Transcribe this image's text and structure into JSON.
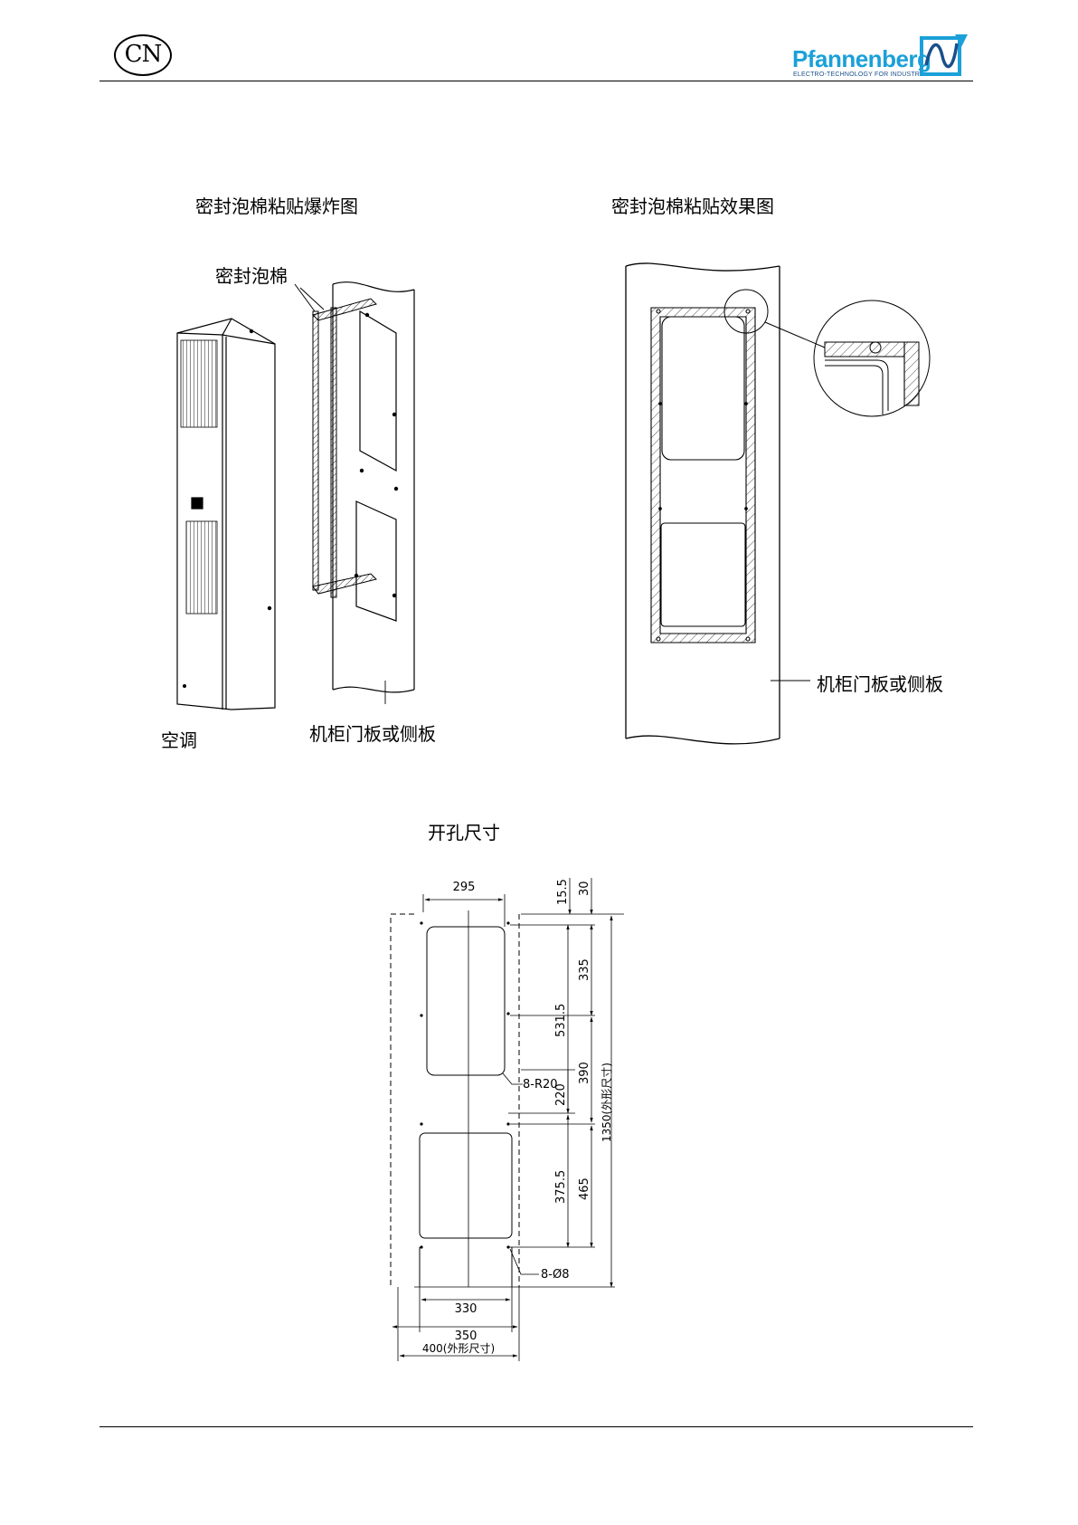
{
  "header": {
    "badge": "CN",
    "brand": "Pfannenberg",
    "tagline": "ELECTRO-TECHNOLOGY FOR INDUSTRY",
    "brand_color": "#1ba0d8",
    "tagline_color": "#1a4f8b"
  },
  "captions": {
    "exploded_title": "密封泡棉粘贴爆炸图",
    "effect_title": "密封泡棉粘贴效果图",
    "foam_label": "密封泡棉",
    "ac_label": "空调",
    "panel_label_left": "机柜门板或侧板",
    "panel_label_right": "机柜门板或侧板",
    "cutout_title": "开孔尺寸"
  },
  "dimensions": {
    "d295": "295",
    "d15_5": "15.5",
    "d30": "30",
    "d335": "335",
    "d531_5": "531.5",
    "d390": "390",
    "d220": "220",
    "d375_5": "375.5",
    "d465": "465",
    "d1350": "1350(外形尺寸)",
    "r20": "8-R20",
    "hole": "8-Ø8",
    "d330": "330",
    "d350": "350",
    "d400": "400(外形尺寸)"
  }
}
